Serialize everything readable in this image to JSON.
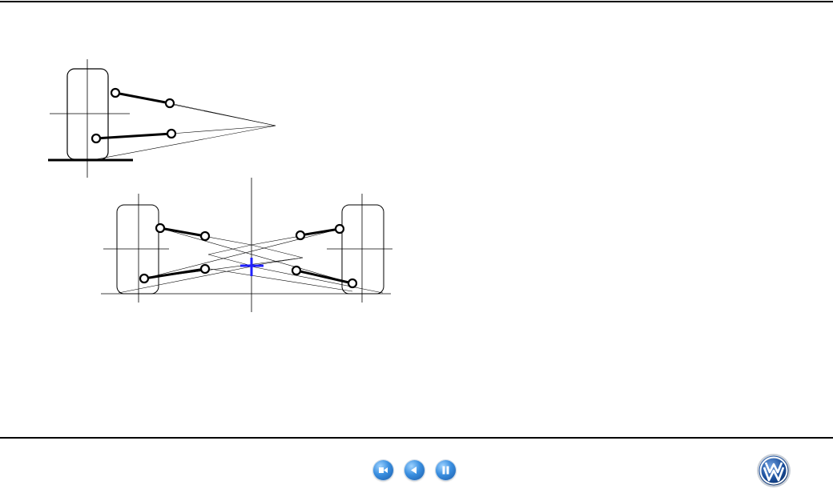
{
  "controls": {
    "items": [
      {
        "name": "restart",
        "icon": "restart-icon"
      },
      {
        "name": "back",
        "icon": "back-icon"
      },
      {
        "name": "pause",
        "icon": "pause-icon"
      }
    ],
    "accent": "#2f7fd8"
  },
  "colors": {
    "line": "#000000",
    "thin": "#555555",
    "center_marker": "#2020ff"
  },
  "logo": {
    "brand_icon": "vw-logo-icon",
    "colors": [
      "#1b4f9c",
      "#ffffff"
    ]
  }
}
